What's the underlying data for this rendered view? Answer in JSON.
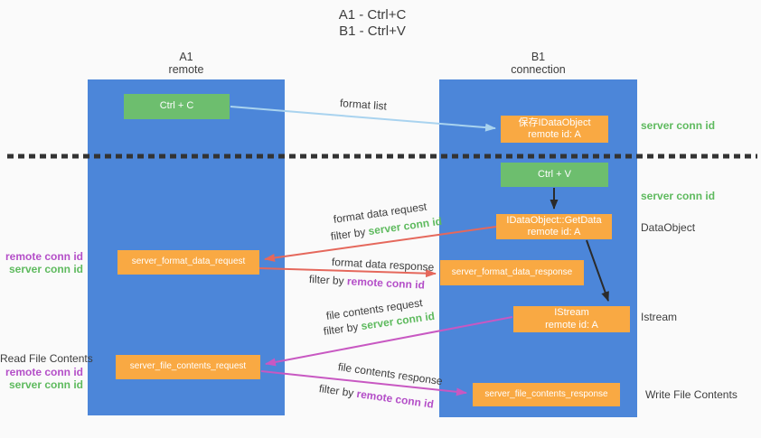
{
  "title": {
    "line1": "A1 - Ctrl+C",
    "line2": "B1 - Ctrl+V"
  },
  "columns": {
    "a1": {
      "name": "A1",
      "role": "remote"
    },
    "b1": {
      "name": "B1",
      "role": "connection"
    }
  },
  "nodes": {
    "ctrl_c": {
      "label": "Ctrl + C"
    },
    "save_idataobject": {
      "line1": "保存IDataObject",
      "line2": "remote id: A"
    },
    "ctrl_v": {
      "label": "Ctrl + V"
    },
    "getdata": {
      "line1": "IDataObject::GetData",
      "line2": "remote id: A"
    },
    "server_format_data_request": {
      "label": "server_format_data_request"
    },
    "server_format_data_response": {
      "label": "server_format_data_response"
    },
    "istream": {
      "line1": "IStream",
      "line2": "remote id: A"
    },
    "server_file_contents_request": {
      "label": "server_file_contents_request"
    },
    "server_file_contents_response": {
      "label": "server_file_contents_response"
    }
  },
  "side_labels": {
    "server_conn_id": "server conn id",
    "remote_conn_id": "remote conn id",
    "dataobject": "DataObject",
    "istream": "Istream",
    "read_file_contents": "Read File Contents",
    "write_file_contents": "Write File Contents"
  },
  "flow_labels": {
    "format_list": "format list",
    "format_data_request": "format data request",
    "format_data_response": "format data response",
    "file_contents_request": "file contents request",
    "file_contents_response": "file contents response",
    "filter_by": "filter by",
    "server_conn_id": "server conn id",
    "remote_conn_id": "remote conn id"
  },
  "palette": {
    "background": "#fafafa",
    "column_blue": "#4c86d9",
    "green_box": "#6dbe6e",
    "orange_box": "#f9a943",
    "box_text": "#ffffff",
    "dark_text": "#3d3d3d",
    "green_label": "#5eba5e",
    "purple_label": "#b44fc8",
    "arrow_lightblue": "#a9d3ef",
    "arrow_red": "#e5685c",
    "arrow_magenta": "#c858c2",
    "arrow_black": "#2b2b2b",
    "separator": "#333333"
  }
}
